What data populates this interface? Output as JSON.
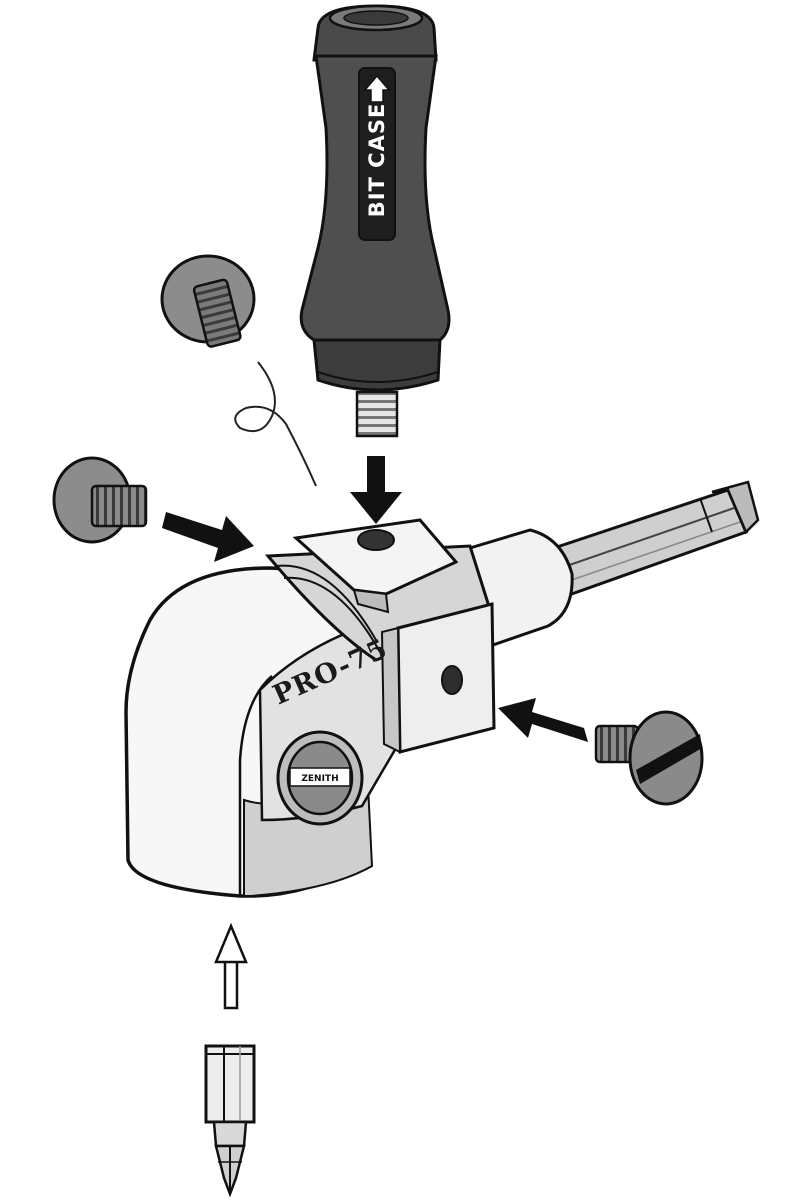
{
  "labels": {
    "bit_case": "BIT CASE",
    "model": "PRO-75",
    "brand": "ZENITH"
  },
  "colors": {
    "ink": "#111111",
    "dark_gray": "#4a4a4a",
    "mid_gray": "#8a8a8a",
    "light_gray": "#cfcfcf",
    "body_fill": "#f7f7f7"
  }
}
